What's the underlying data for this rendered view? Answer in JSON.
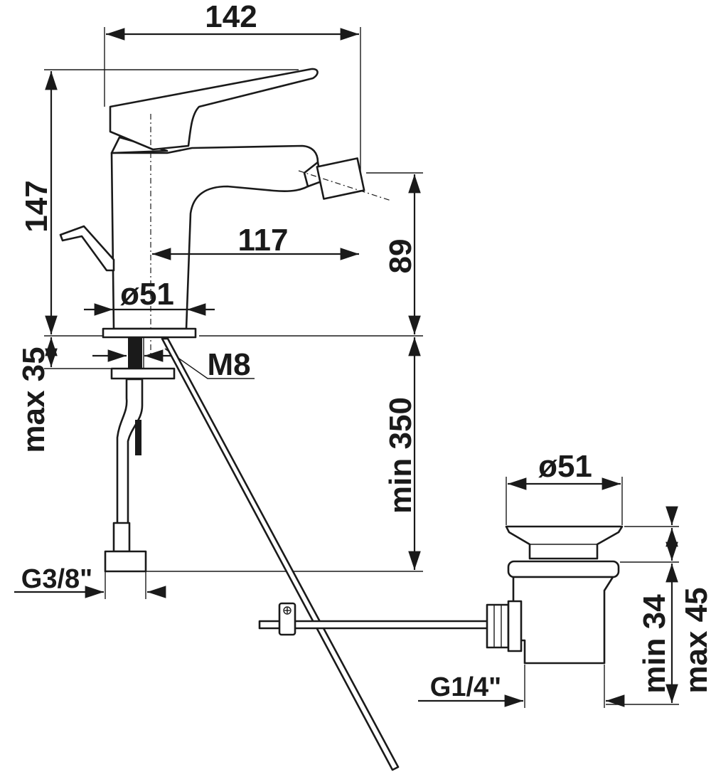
{
  "labels": {
    "width_total": "142",
    "height_total": "147",
    "spout_reach": "117",
    "spout_height": "89",
    "base_diameter": "ø51",
    "max_deck_thickness": "max 35",
    "stud_thread": "M8",
    "min_hose_length": "min 350",
    "supply_connection": "G3/8\"",
    "waste_diameter": "ø51",
    "waste_min": "min 34",
    "waste_max": "max 45",
    "waste_thread": "G1/4\""
  }
}
